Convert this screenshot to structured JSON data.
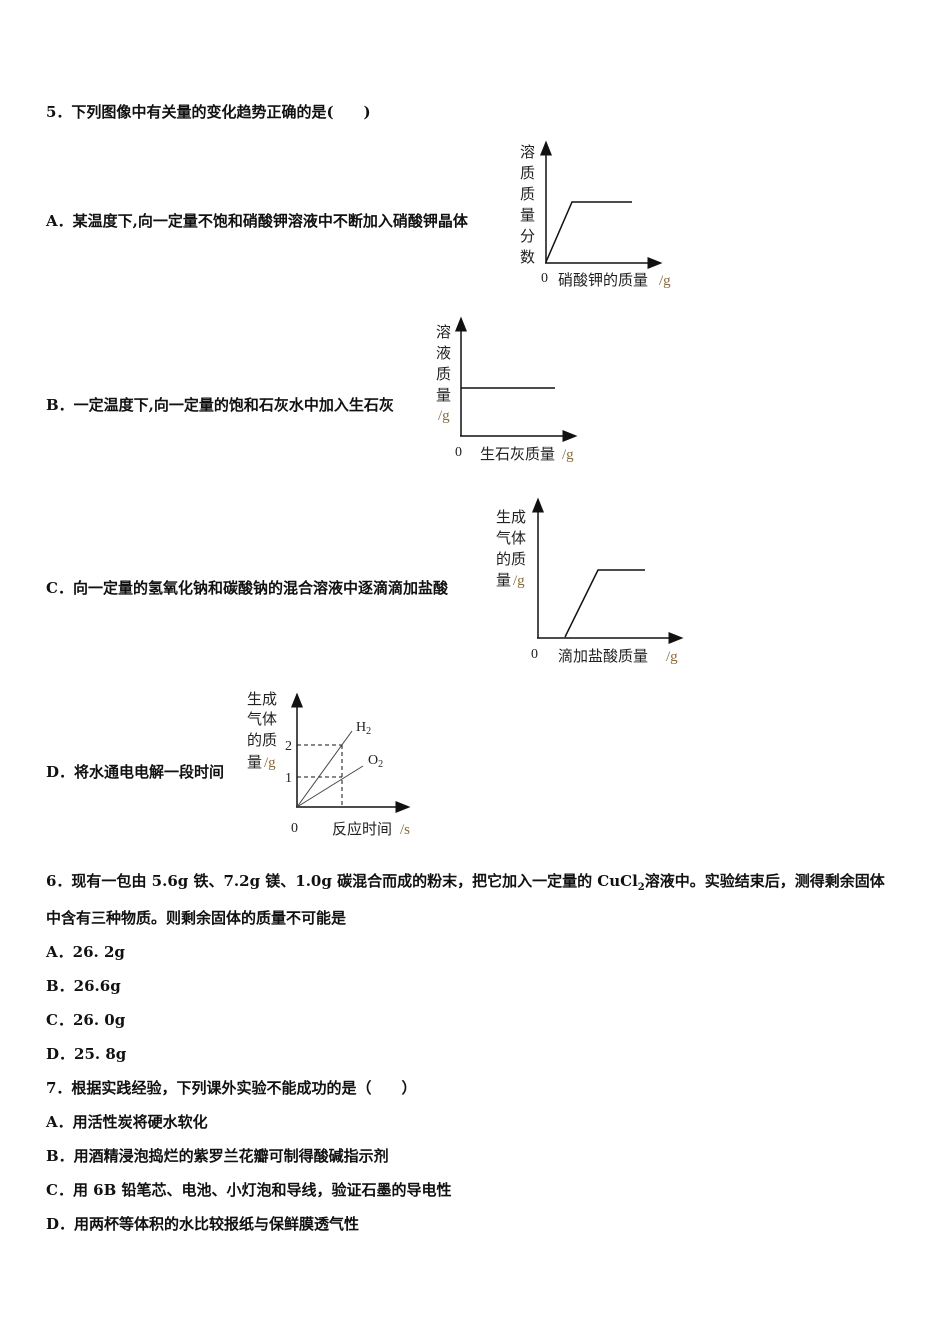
{
  "q5": {
    "stem": "5．下列图像中有关量的变化趋势正确的是(　　)",
    "options": [
      {
        "label": "A．某温度下,向一定量不饱和硝酸钾溶液中不断加入硝酸钾晶体"
      },
      {
        "label": "B．一定温度下,向一定量的饱和石灰水中加入生石灰"
      },
      {
        "label": "C．向一定量的氢氧化钠和碳酸钠的混合溶液中逐滴滴加盐酸"
      },
      {
        "label": "D．将水通电电解一段时间"
      }
    ]
  },
  "q6": {
    "stem_line1_a": "6．现有一包由 5.6g 铁、7.2g 镁、1.0g 碳混合而成的粉末，把它加入一定量的 CuCl",
    "stem_line1_sub": "2",
    "stem_line1_b": "溶液中。实验结束后，测得剩余固体",
    "stem_line2": "中含有三种物质。则剩余固体的质量不可能是",
    "options": [
      {
        "label": "A．26. 2g"
      },
      {
        "label": "B．26.6g"
      },
      {
        "label": "C．26. 0g"
      },
      {
        "label": "D．25. 8g"
      }
    ]
  },
  "q7": {
    "stem": "7．根据实践经验，下列课外实验不能成功的是（　　）",
    "options": [
      {
        "label": "A．用活性炭将硬水软化"
      },
      {
        "label": "B．用酒精浸泡捣烂的紫罗兰花瓣可制得酸碱指示剂"
      },
      {
        "label": "C．用 6B 铅笔芯、电池、小灯泡和导线，验证石墨的导电性"
      },
      {
        "label": "D．用两杯等体积的水比较报纸与保鲜膜透气性"
      }
    ]
  },
  "chart_data": [
    {
      "id": "A",
      "type": "line",
      "ylabel_chars": [
        "溶",
        "质",
        "质",
        "量",
        "分",
        "数"
      ],
      "xlabel": "硝酸钾的质量",
      "xunit": "/g",
      "origin": "0",
      "points": [
        [
          0,
          0.0
        ],
        [
          0.3,
          0.7
        ],
        [
          1.0,
          0.7
        ]
      ],
      "description": "rises linearly from origin then plateaus"
    },
    {
      "id": "B",
      "type": "line",
      "ylabel_chars": [
        "溶",
        "液",
        "质",
        "量"
      ],
      "yunit": "/g",
      "xlabel": "生石灰质量",
      "xunit": "/g",
      "origin": "0",
      "points": [
        [
          0,
          0.45
        ],
        [
          1.0,
          0.45
        ]
      ],
      "description": "horizontal constant line"
    },
    {
      "id": "C",
      "type": "line",
      "ylabel_lines": [
        "生成",
        "气体",
        "的质",
        "量"
      ],
      "yunit": "/g",
      "xlabel": "滴加盐酸质量",
      "xunit": "/g",
      "origin": "0",
      "points": [
        [
          0.2,
          0
        ],
        [
          0.45,
          0.65
        ],
        [
          0.8,
          0.65
        ]
      ],
      "description": "zero at first, then rises linearly, then plateaus"
    },
    {
      "id": "D",
      "type": "line",
      "ylabel_lines": [
        "生成",
        "气体",
        "的质",
        "量"
      ],
      "yunit": "/g",
      "xlabel": "反应时间",
      "xunit": "/s",
      "origin": "0",
      "yticks": [
        "1",
        "2"
      ],
      "series": [
        {
          "name": "H2",
          "label_main": "H",
          "label_sub": "2",
          "points": [
            [
              0,
              0
            ],
            [
              1,
              2
            ]
          ]
        },
        {
          "name": "O2",
          "label_main": "O",
          "label_sub": "2",
          "points": [
            [
              0,
              0
            ],
            [
              1,
              1
            ]
          ]
        }
      ],
      "description": "two straight lines from origin; dashed guides at y=1 and y=2 meeting a common time"
    }
  ]
}
